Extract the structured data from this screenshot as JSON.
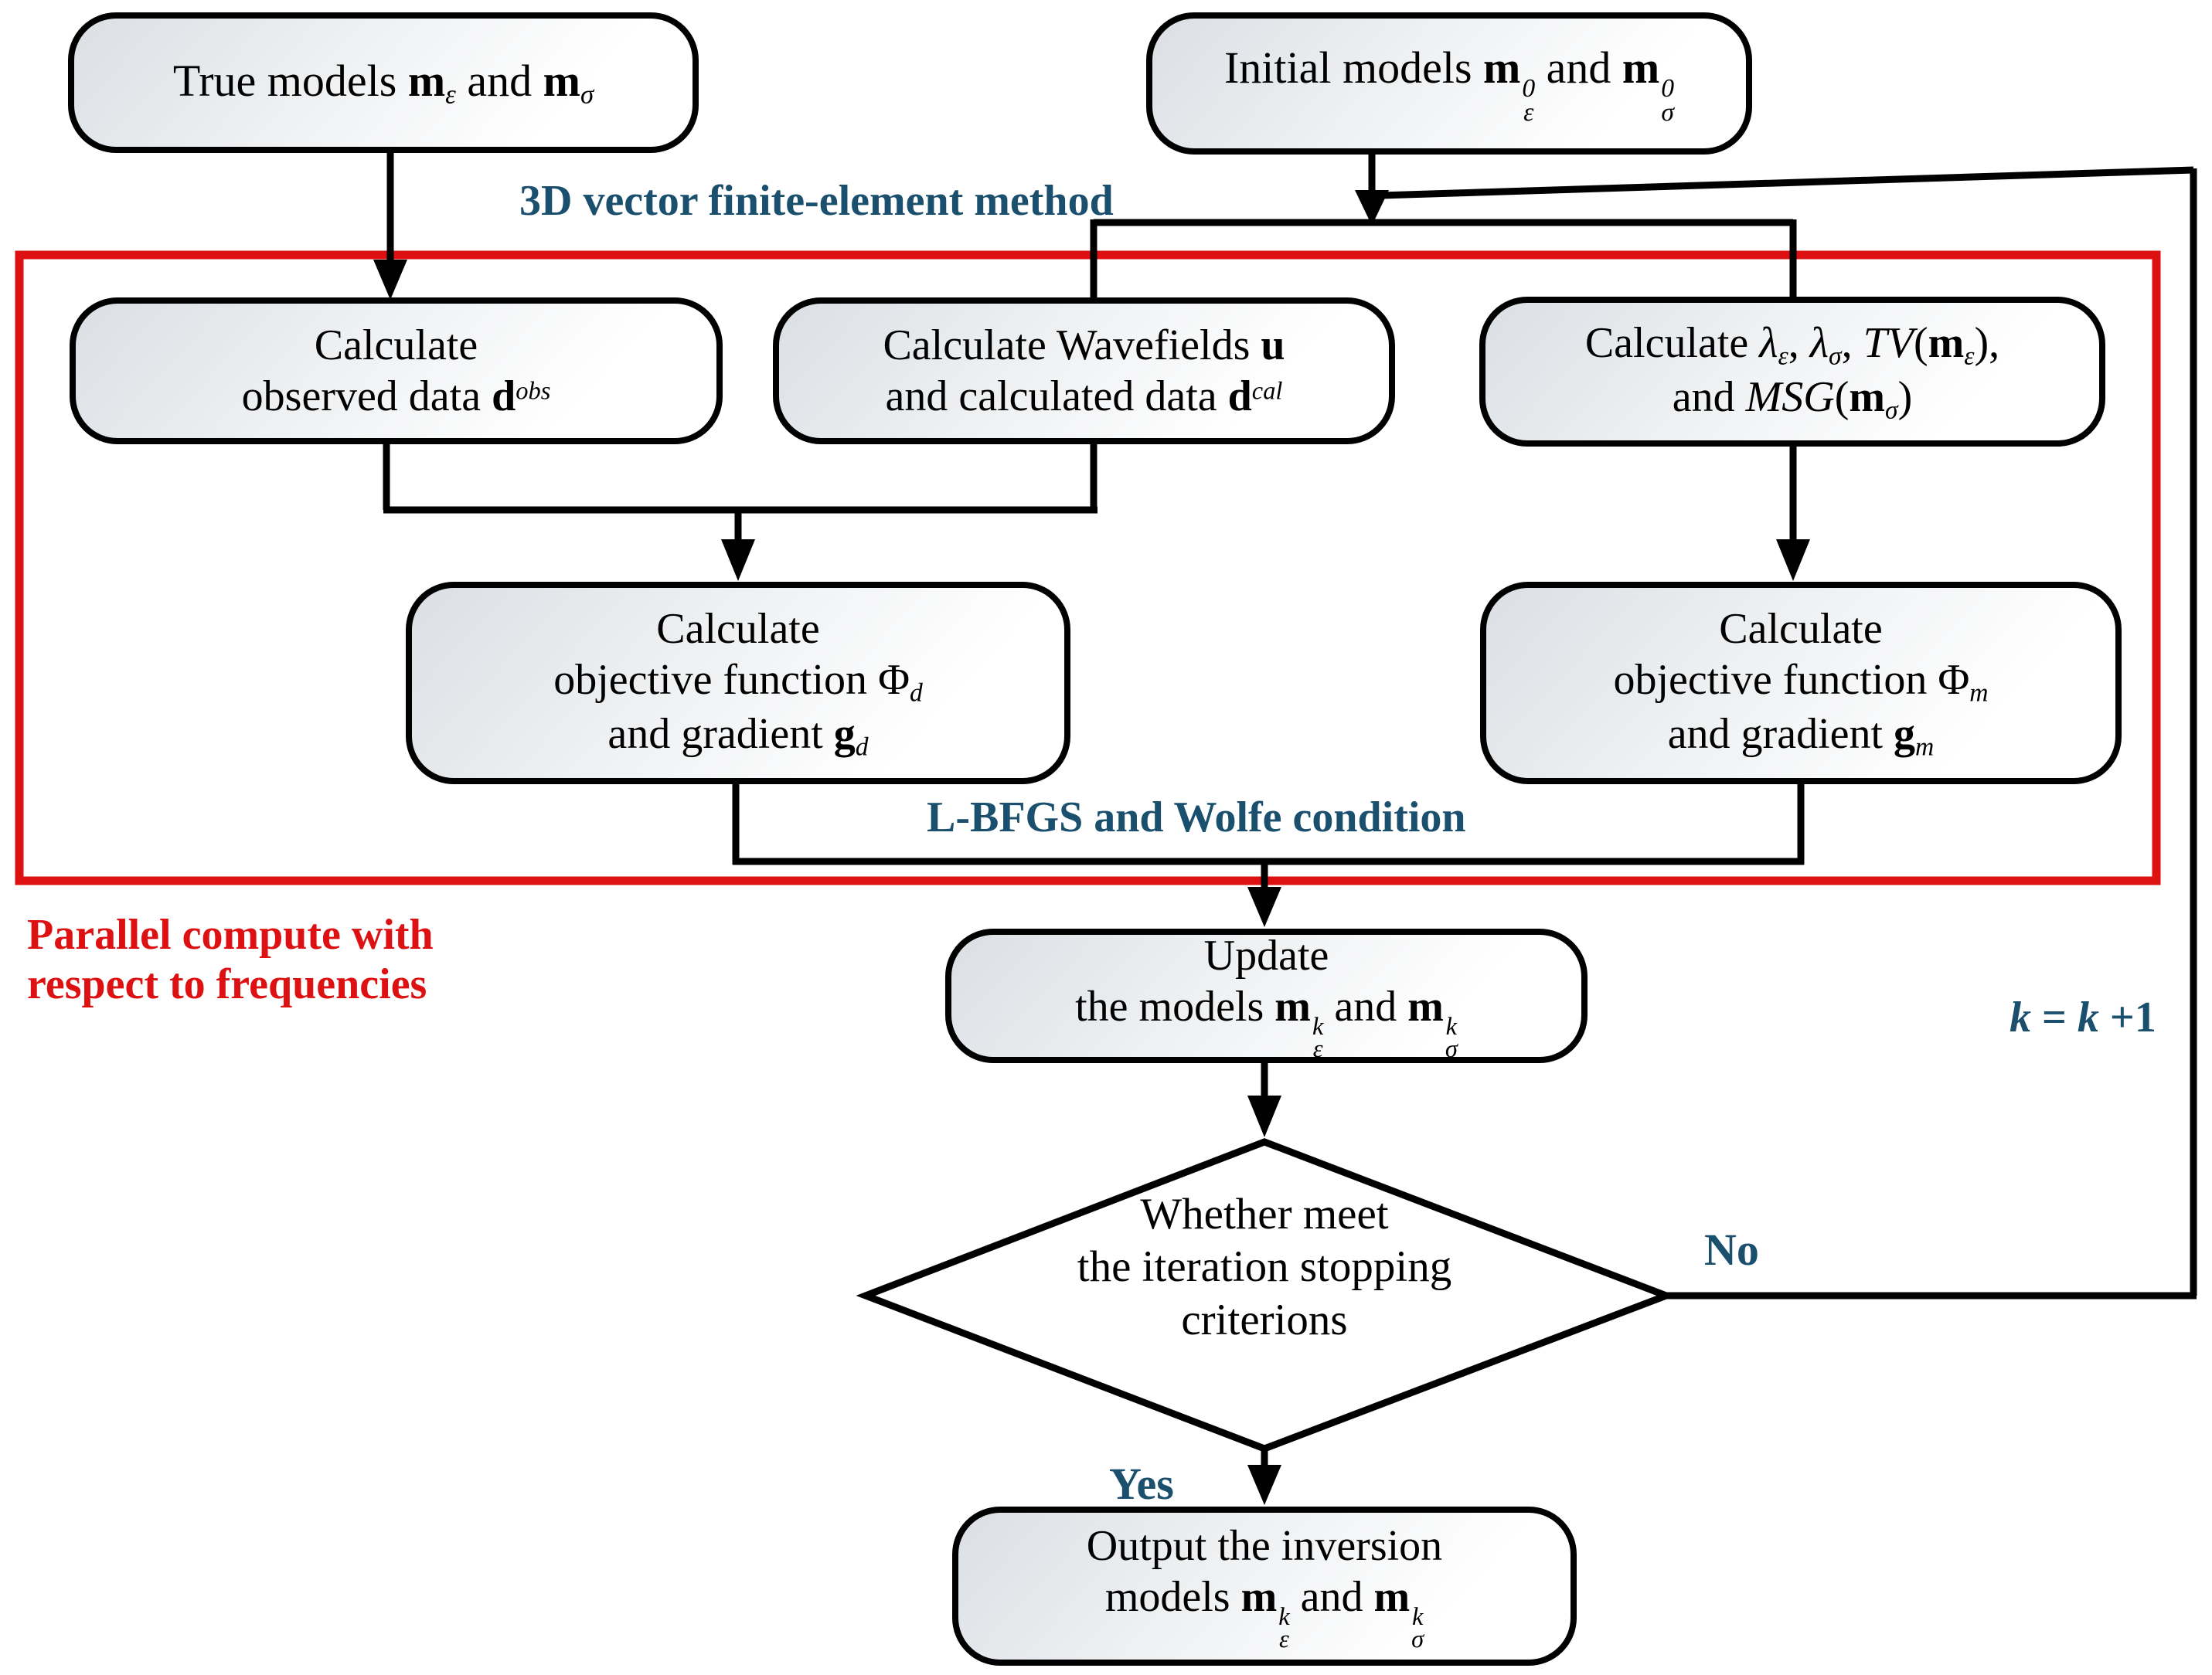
{
  "diagram": {
    "colors": {
      "accent_blue": "#1a4f6e",
      "accent_red": "#dd1111",
      "line_black": "#000000",
      "node_fill_top": "#dbdfe4",
      "node_fill_bottom": "#ffffff"
    },
    "labels": {
      "fem": "3D vector finite-element method",
      "lbfgs": "L-BFGS and Wolfe condition",
      "parallel_line1": "Parallel compute with",
      "parallel_line2": "respect to frequencies",
      "no": "No",
      "yes": "Yes",
      "k_expr": [
        {
          "t": "k",
          "s": "bi"
        },
        {
          "t": " = ",
          "s": "b"
        },
        {
          "t": "k",
          "s": "bi"
        },
        {
          "t": " +1",
          "s": "b"
        }
      ]
    },
    "nodes": {
      "true_models": {
        "lines": [
          [
            {
              "t": "True models ",
              "s": "p"
            },
            {
              "t": "m",
              "s": "b"
            },
            {
              "t": "ε",
              "s": "sub"
            },
            {
              "t": " and ",
              "s": "p"
            },
            {
              "t": "m",
              "s": "b"
            },
            {
              "t": "σ",
              "s": "sub"
            }
          ]
        ]
      },
      "initial_models": {
        "lines": [
          [
            {
              "t": "Initial models ",
              "s": "p"
            },
            {
              "t": "m",
              "s": "b"
            },
            {
              "sup": "0",
              "sub": "ε",
              "s": "st"
            },
            {
              "t": " and ",
              "s": "p"
            },
            {
              "t": "m",
              "s": "b"
            },
            {
              "sup": "0",
              "sub": "σ",
              "s": "st"
            }
          ]
        ]
      },
      "calc_observed": {
        "lines": [
          [
            {
              "t": "Calculate",
              "s": "p"
            }
          ],
          [
            {
              "t": "observed data ",
              "s": "p"
            },
            {
              "t": "d",
              "s": "b"
            },
            {
              "t": "obs",
              "s": "sup"
            }
          ]
        ]
      },
      "calc_wavefields": {
        "lines": [
          [
            {
              "t": "Calculate Wavefields ",
              "s": "p"
            },
            {
              "t": "u",
              "s": "b"
            }
          ],
          [
            {
              "t": "and calculated data ",
              "s": "p"
            },
            {
              "t": "d",
              "s": "b"
            },
            {
              "t": "cal",
              "s": "sup"
            }
          ]
        ]
      },
      "calc_lambda": {
        "lines": [
          [
            {
              "t": "Calculate ",
              "s": "p"
            },
            {
              "t": "λ",
              "s": "i"
            },
            {
              "t": "ε",
              "s": "sub"
            },
            {
              "t": ", ",
              "s": "p"
            },
            {
              "t": "λ",
              "s": "i"
            },
            {
              "t": "σ",
              "s": "sub"
            },
            {
              "t": ", ",
              "s": "p"
            },
            {
              "t": "TV",
              "s": "i"
            },
            {
              "t": "(",
              "s": "p"
            },
            {
              "t": "m",
              "s": "b"
            },
            {
              "t": "ε",
              "s": "sub"
            },
            {
              "t": "),",
              "s": "p"
            }
          ],
          [
            {
              "t": "and ",
              "s": "p"
            },
            {
              "t": "MSG",
              "s": "i"
            },
            {
              "t": "(",
              "s": "p"
            },
            {
              "t": "m",
              "s": "b"
            },
            {
              "t": "σ",
              "s": "sub"
            },
            {
              "t": ")",
              "s": "p"
            }
          ]
        ]
      },
      "calc_phi_d": {
        "lines": [
          [
            {
              "t": "Calculate",
              "s": "p"
            }
          ],
          [
            {
              "t": "objective function ",
              "s": "p"
            },
            {
              "t": "Φ",
              "s": "p"
            },
            {
              "t": "d",
              "s": "sub"
            }
          ],
          [
            {
              "t": "and gradient ",
              "s": "p"
            },
            {
              "t": "g",
              "s": "b"
            },
            {
              "t": "d",
              "s": "sub"
            }
          ]
        ]
      },
      "calc_phi_m": {
        "lines": [
          [
            {
              "t": "Calculate",
              "s": "p"
            }
          ],
          [
            {
              "t": "objective function ",
              "s": "p"
            },
            {
              "t": "Φ",
              "s": "p"
            },
            {
              "t": "m",
              "s": "sub"
            }
          ],
          [
            {
              "t": "and gradient ",
              "s": "p"
            },
            {
              "t": "g",
              "s": "b"
            },
            {
              "t": "m",
              "s": "sub"
            }
          ]
        ]
      },
      "update_models": {
        "lines": [
          [
            {
              "t": "Update",
              "s": "p"
            }
          ],
          [
            {
              "t": "the models ",
              "s": "p"
            },
            {
              "t": "m",
              "s": "b"
            },
            {
              "sup": "k",
              "sub": "ε",
              "s": "st"
            },
            {
              "t": " and  ",
              "s": "p"
            },
            {
              "t": "m",
              "s": "b"
            },
            {
              "sup": "k",
              "sub": "σ",
              "s": "st"
            }
          ]
        ]
      },
      "decision": {
        "lines": [
          "Whether meet",
          "the iteration stopping",
          "criterions"
        ]
      },
      "output_models": {
        "lines": [
          [
            {
              "t": "Output the inversion",
              "s": "p"
            }
          ],
          [
            {
              "t": "models ",
              "s": "p"
            },
            {
              "t": "m",
              "s": "b"
            },
            {
              "sup": "k",
              "sub": "ε",
              "s": "st"
            },
            {
              "t": " and ",
              "s": "p"
            },
            {
              "t": "m",
              "s": "b"
            },
            {
              "sup": "k",
              "sub": "σ",
              "s": "st"
            }
          ]
        ]
      }
    }
  }
}
